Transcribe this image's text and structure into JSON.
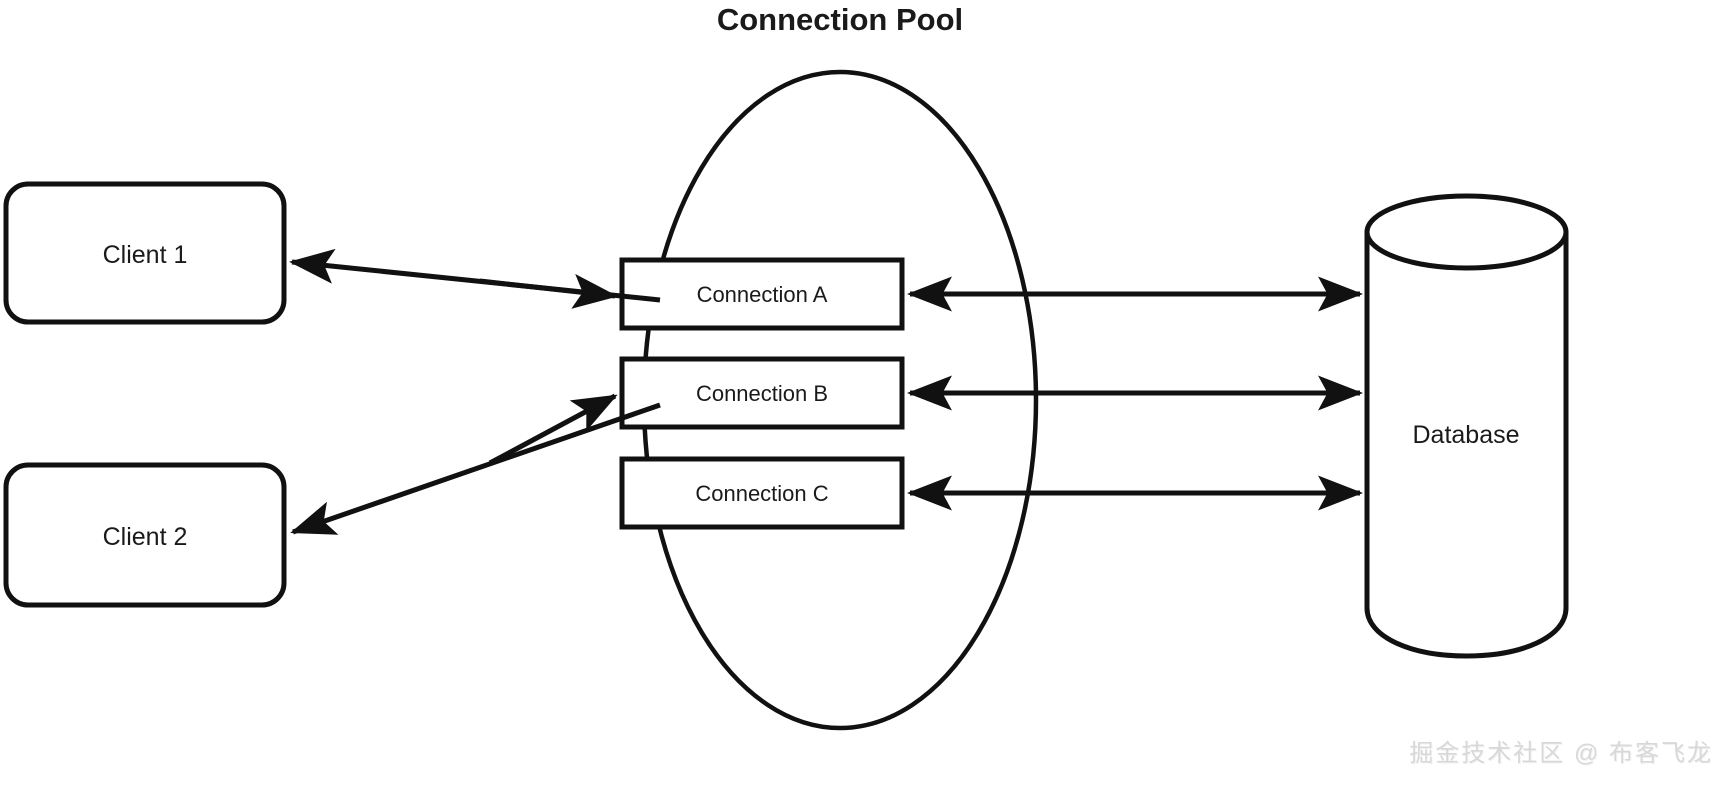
{
  "diagram": {
    "title": "Connection Pool",
    "background_color": "#ffffff",
    "stroke_color": "#111111",
    "text_color": "#1a1a1a"
  },
  "clients": [
    {
      "label": "Client 1"
    },
    {
      "label": "Client 2"
    }
  ],
  "pool": {
    "label": "Connection Pool",
    "connections": [
      {
        "label": "Connection A"
      },
      {
        "label": "Connection B"
      },
      {
        "label": "Connection C"
      }
    ]
  },
  "database": {
    "label": "Database"
  },
  "watermark": {
    "text": "掘金技术社区 @ 布客飞龙"
  }
}
